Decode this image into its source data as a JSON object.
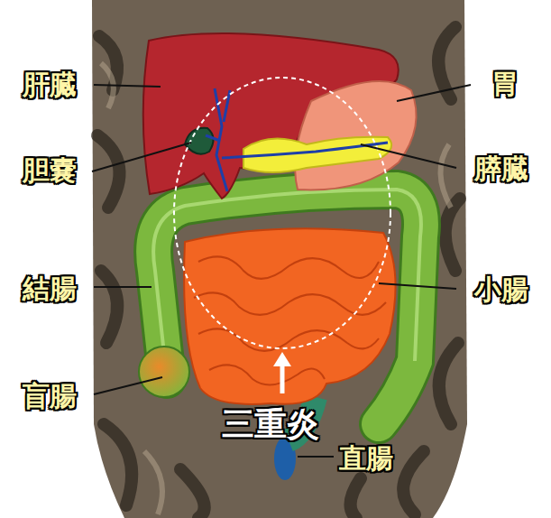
{
  "diagram": {
    "labels": [
      "肝臓",
      "胆嚢",
      "結腸",
      "盲腸",
      "胃",
      "膵臓",
      "小腸",
      "三重炎",
      "直腸"
    ]
  }
}
